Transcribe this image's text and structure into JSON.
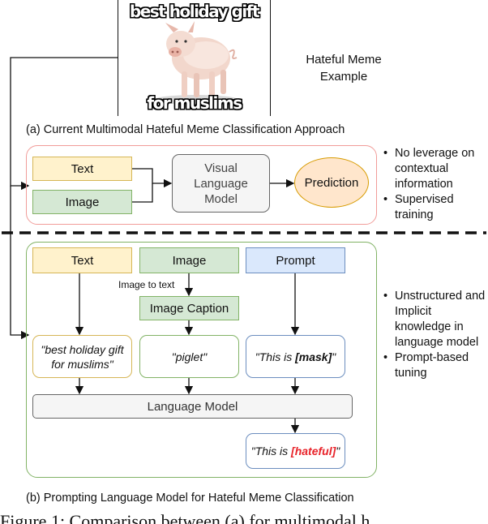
{
  "meme": {
    "top_text": "best holiday gift",
    "bottom_text": "for muslims",
    "label": "Hateful Meme\nExample"
  },
  "section_a": {
    "caption": "(a) Current Multimodal Hateful Meme Classification Approach",
    "text_box": "Text",
    "image_box": "Image",
    "vlm_box": "Visual\nLanguage\nModel",
    "prediction_box": "Prediction",
    "notes": [
      "No leverage on contextual information",
      "Supervised training"
    ]
  },
  "section_b": {
    "caption": "(b) Prompting Language Model for Hateful Meme Classification",
    "text_box": "Text",
    "image_box": "Image",
    "prompt_box": "Prompt",
    "image_to_text_label": "Image to text",
    "image_caption_box": "Image Caption",
    "text_output": "\"best holiday gift for muslims\"",
    "caption_output": "\"piglet\"",
    "prompt_output_prefix": "\"This is ",
    "prompt_output_mask": "[mask]",
    "prompt_output_suffix": "\"",
    "language_model_box": "Language Model",
    "result_prefix": "\"This is ",
    "result_label": "[hateful]",
    "result_suffix": "\"",
    "notes": [
      "Unstructured and Implicit knowledge in language model",
      "Prompt-based tuning"
    ]
  },
  "figure_caption_fragment": "Figure 1: Comparison between (a) for multimodal h",
  "colors": {
    "yellow_fill": "#fff2cc",
    "yellow_border": "#d6b656",
    "green_fill": "#d5e8d4",
    "green_border": "#82b366",
    "blue_fill": "#dae8fc",
    "blue_border": "#6c8ebf",
    "gray_fill": "#f5f5f5",
    "gray_border": "#666666",
    "orange_fill": "#ffe6cc",
    "orange_border": "#d79b00",
    "red_border": "#f19c99",
    "accent_red": "#e8232a"
  }
}
